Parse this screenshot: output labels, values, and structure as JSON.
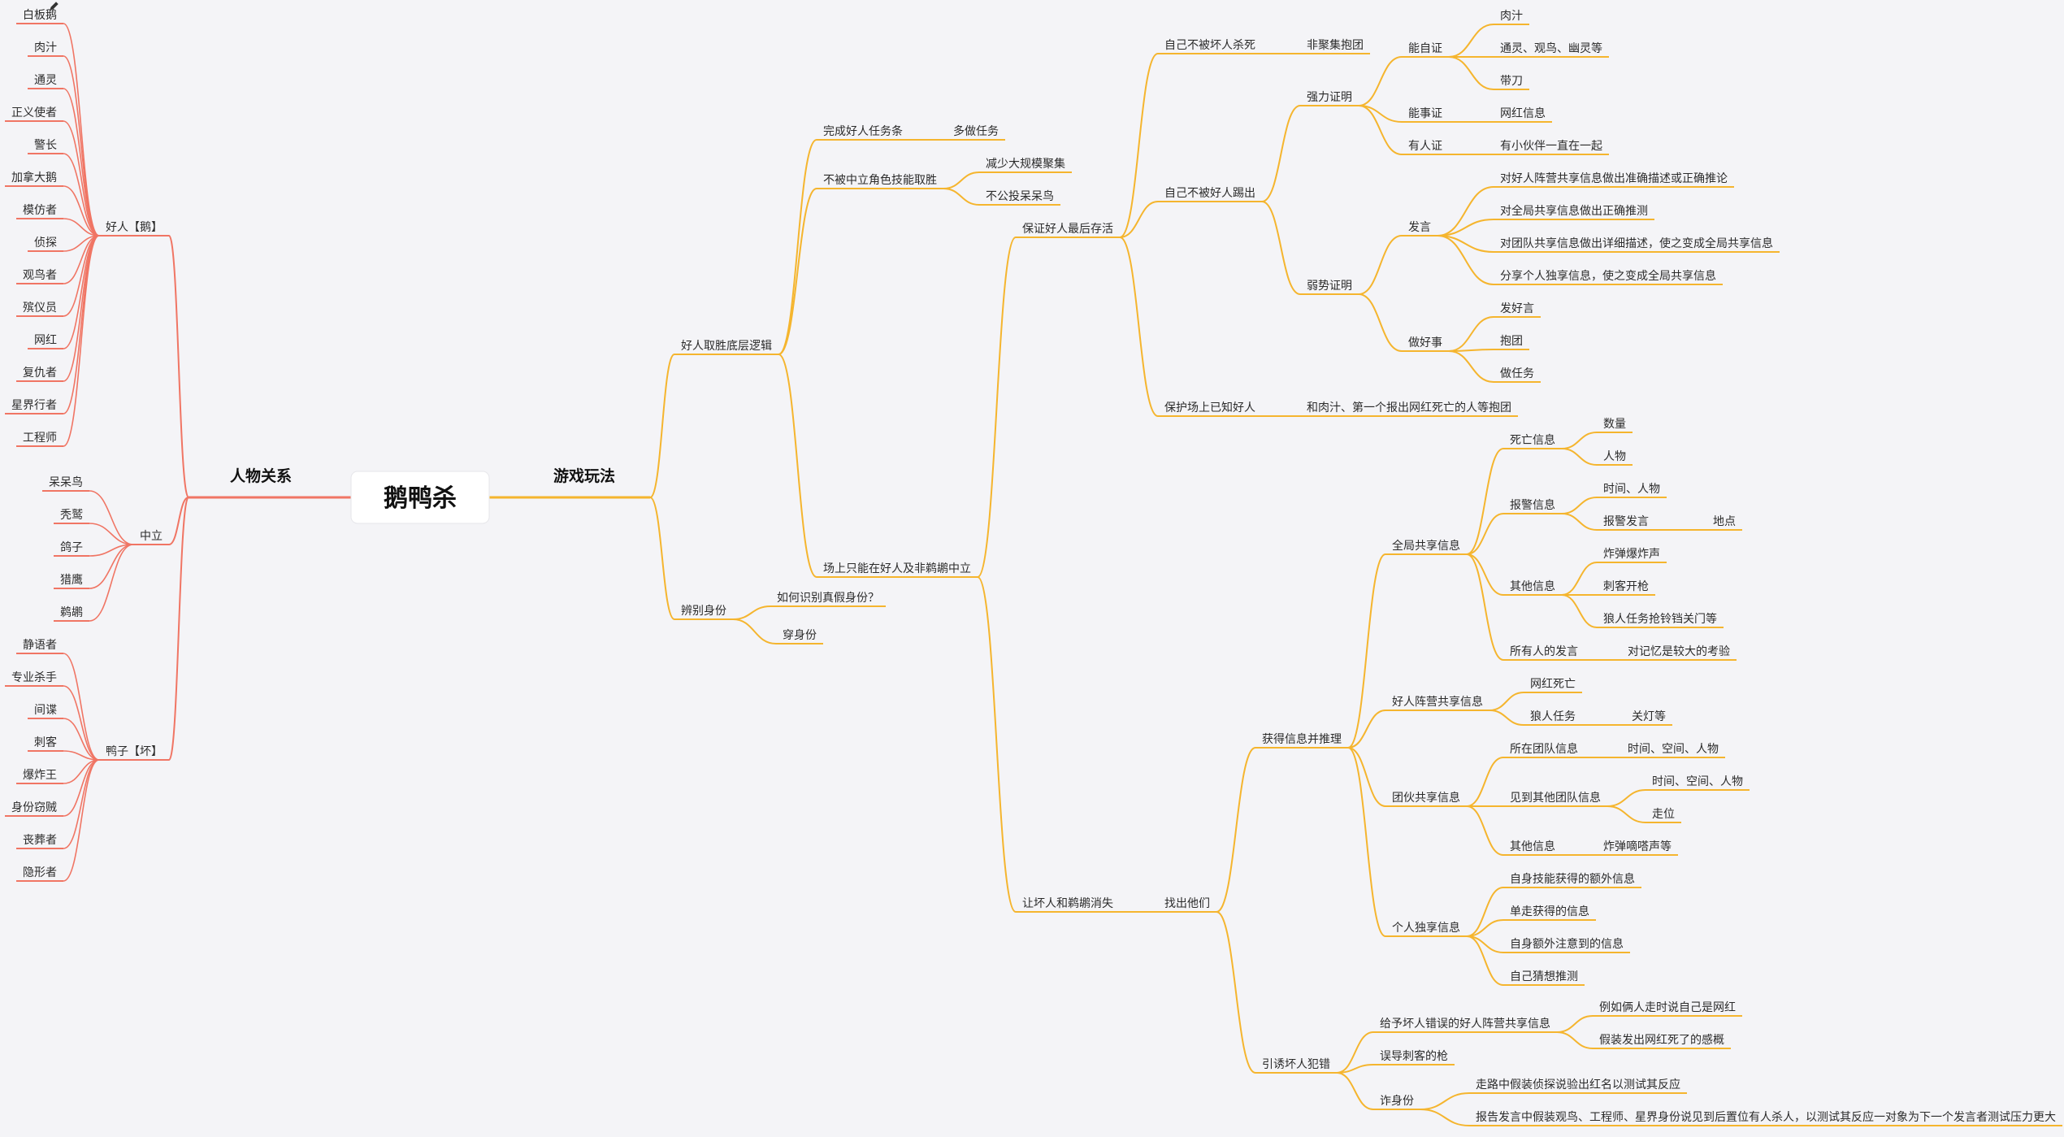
{
  "root": {
    "label": "鹅鸭杀"
  },
  "left": {
    "label": "人物关系",
    "children": [
      {
        "label": "好人【鹅】",
        "children": [
          "白板鹅",
          "肉汁",
          "通灵",
          "正义使者",
          "警长",
          "加拿大鹅",
          "模仿者",
          "侦探",
          "观鸟者",
          "殡仪员",
          "网红",
          "复仇者",
          "星界行者",
          "工程师"
        ]
      },
      {
        "label": "中立",
        "children": [
          "呆呆鸟",
          "秃鹫",
          "鸽子",
          "猎鹰",
          "鹈鹕"
        ]
      },
      {
        "label": "鸭子【坏】",
        "children": [
          "静语者",
          "专业杀手",
          "间谍",
          "刺客",
          "爆炸王",
          "身份窃贼",
          "丧葬者",
          "隐形者"
        ]
      }
    ]
  },
  "right": {
    "label": "游戏玩法",
    "children": [
      {
        "label": "好人取胜底层逻辑",
        "children": [
          {
            "label": "完成好人任务条",
            "children": [
              {
                "label": "多做任务"
              }
            ]
          },
          {
            "label": "不被中立角色技能取胜",
            "children": [
              {
                "label": "减少大规模聚集"
              },
              {
                "label": "不公投呆呆鸟"
              }
            ]
          },
          {
            "label": "场上只能在好人及非鹈鹕中立",
            "children": [
              {
                "label": "保证好人最后存活",
                "children": [
                  {
                    "label": "自己不被坏人杀死",
                    "children": [
                      {
                        "label": "非聚集抱团"
                      }
                    ]
                  },
                  {
                    "label": "自己不被好人踢出",
                    "children": [
                      {
                        "label": "强力证明",
                        "children": [
                          {
                            "label": "能自证",
                            "children": [
                              {
                                "label": "肉汁"
                              },
                              {
                                "label": "通灵、观鸟、幽灵等"
                              },
                              {
                                "label": "带刀"
                              }
                            ]
                          },
                          {
                            "label": "能事证",
                            "children": [
                              {
                                "label": "网红信息"
                              }
                            ]
                          },
                          {
                            "label": "有人证",
                            "children": [
                              {
                                "label": "有小伙伴一直在一起"
                              }
                            ]
                          }
                        ]
                      },
                      {
                        "label": "弱势证明",
                        "children": [
                          {
                            "label": "发言",
                            "children": [
                              {
                                "label": "对好人阵营共享信息做出准确描述或正确推论"
                              },
                              {
                                "label": "对全局共享信息做出正确推测"
                              },
                              {
                                "label": "对团队共享信息做出详细描述，使之变成全局共享信息"
                              },
                              {
                                "label": "分享个人独享信息，使之变成全局共享信息"
                              }
                            ]
                          },
                          {
                            "label": "做好事",
                            "children": [
                              {
                                "label": "发好言"
                              },
                              {
                                "label": "抱团"
                              },
                              {
                                "label": "做任务"
                              }
                            ]
                          }
                        ]
                      }
                    ]
                  },
                  {
                    "label": "保护场上已知好人",
                    "children": [
                      {
                        "label": "和肉汁、第一个报出网红死亡的人等抱团"
                      }
                    ]
                  }
                ]
              },
              {
                "label": "让坏人和鹈鹕消失",
                "children": [
                  {
                    "label": "找出他们",
                    "children": [
                      {
                        "label": "获得信息并推理",
                        "children": [
                          {
                            "label": "全局共享信息",
                            "children": [
                              {
                                "label": "死亡信息",
                                "children": [
                                  {
                                    "label": "数量"
                                  },
                                  {
                                    "label": "人物"
                                  }
                                ]
                              },
                              {
                                "label": "报警信息",
                                "children": [
                                  {
                                    "label": "时间、人物"
                                  },
                                  {
                                    "label": "报警发言",
                                    "children": [
                                      {
                                        "label": "地点"
                                      }
                                    ]
                                  }
                                ]
                              },
                              {
                                "label": "其他信息",
                                "children": [
                                  {
                                    "label": "炸弹爆炸声"
                                  },
                                  {
                                    "label": "刺客开枪"
                                  },
                                  {
                                    "label": "狼人任务抢铃铛关门等"
                                  }
                                ]
                              },
                              {
                                "label": "所有人的发言",
                                "children": [
                                  {
                                    "label": "对记忆是较大的考验"
                                  }
                                ]
                              }
                            ]
                          },
                          {
                            "label": "好人阵营共享信息",
                            "children": [
                              {
                                "label": "网红死亡"
                              },
                              {
                                "label": "狼人任务",
                                "children": [
                                  {
                                    "label": "关灯等"
                                  }
                                ]
                              }
                            ]
                          },
                          {
                            "label": "团伙共享信息",
                            "children": [
                              {
                                "label": "所在团队信息",
                                "children": [
                                  {
                                    "label": "时间、空间、人物"
                                  }
                                ]
                              },
                              {
                                "label": "见到其他团队信息",
                                "children": [
                                  {
                                    "label": "时间、空间、人物"
                                  },
                                  {
                                    "label": "走位"
                                  }
                                ]
                              },
                              {
                                "label": "其他信息",
                                "children": [
                                  {
                                    "label": "炸弹嘀嗒声等"
                                  }
                                ]
                              }
                            ]
                          },
                          {
                            "label": "个人独享信息",
                            "children": [
                              {
                                "label": "自身技能获得的额外信息"
                              },
                              {
                                "label": "单走获得的信息"
                              },
                              {
                                "label": "自身额外注意到的信息"
                              },
                              {
                                "label": "自己猜想推测"
                              }
                            ]
                          }
                        ]
                      },
                      {
                        "label": "引诱坏人犯错",
                        "children": [
                          {
                            "label": "给予坏人错误的好人阵营共享信息",
                            "children": [
                              {
                                "label": "例如俩人走时说自己是网红"
                              },
                              {
                                "label": "假装发出网红死了的感概"
                              }
                            ]
                          },
                          {
                            "label": "误导刺客的枪"
                          },
                          {
                            "label": "诈身份",
                            "children": [
                              {
                                "label": "走路中假装侦探说验出红名以测试其反应"
                              },
                              {
                                "label": "报告发言中假装观鸟、工程师、星界身份说见到后置位有人杀人，以测试其反应一对象为下一个发言者测试压力更大"
                              }
                            ]
                          }
                        ]
                      }
                    ]
                  }
                ]
              }
            ]
          }
        ]
      },
      {
        "label": "辨别身份",
        "children": [
          {
            "label": "如何识别真假身份？"
          },
          {
            "label": "穿身份"
          }
        ]
      }
    ]
  },
  "colors": {
    "left_branch": "#f07564",
    "right_branch": "#f5b52e",
    "background": "#f4f4f7",
    "root_box": "#ffffff"
  }
}
